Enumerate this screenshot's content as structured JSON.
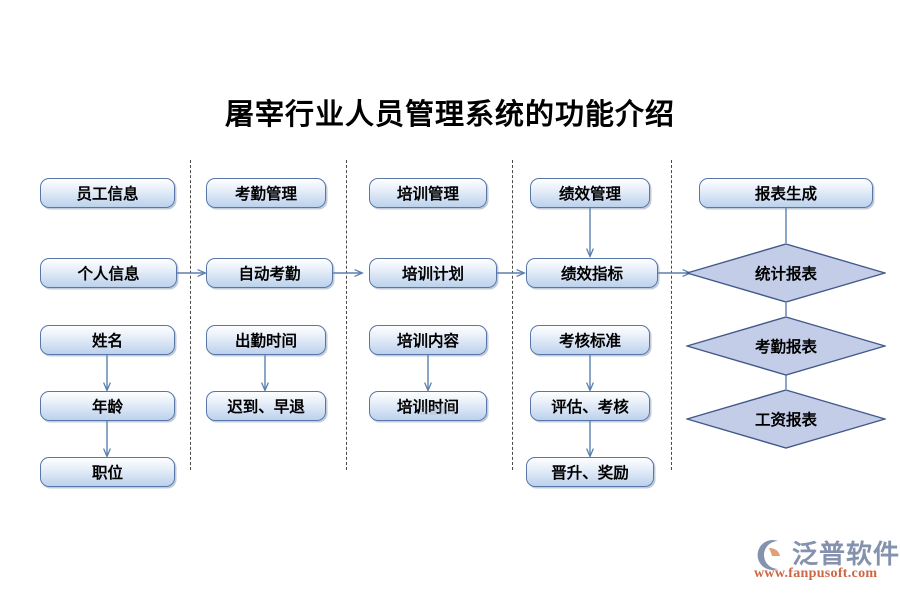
{
  "title": "屠宰行业人员管理系统的功能介绍",
  "columns": [
    {
      "id": "employee-info",
      "header": "员工信息",
      "nodes": [
        "个人信息",
        "姓名",
        "年龄",
        "职位"
      ]
    },
    {
      "id": "attendance",
      "header": "考勤管理",
      "nodes": [
        "自动考勤",
        "出勤时间",
        "迟到、早退"
      ]
    },
    {
      "id": "training",
      "header": "培训管理",
      "nodes": [
        "培训计划",
        "培训内容",
        "培训时间"
      ]
    },
    {
      "id": "performance",
      "header": "绩效管理",
      "nodes": [
        "绩效指标",
        "考核标准",
        "评估、考核",
        "晋升、奖励"
      ]
    },
    {
      "id": "report",
      "header": "报表生成",
      "nodes": [
        "统计报表",
        "考勤报表",
        "工资报表"
      ]
    }
  ],
  "nodes": {
    "c1_h": "员工信息",
    "c1_n1": "个人信息",
    "c1_n2": "姓名",
    "c1_n3": "年龄",
    "c1_n4": "职位",
    "c2_h": "考勤管理",
    "c2_n1": "自动考勤",
    "c2_n2": "出勤时间",
    "c2_n3": "迟到、早退",
    "c3_h": "培训管理",
    "c3_n1": "培训计划",
    "c3_n2": "培训内容",
    "c3_n3": "培训时间",
    "c4_h": "绩效管理",
    "c4_n1": "绩效指标",
    "c4_n2": "考核标准",
    "c4_n3": "评估、考核",
    "c4_n4": "晋升、奖励",
    "c5_h": "报表生成",
    "c5_n1": "统计报表",
    "c5_n2": "考勤报表",
    "c5_n3": "工资报表"
  },
  "logo": {
    "brand": "泛普软件",
    "url": "www.fanpusoft.com"
  },
  "watermark": {
    "text": "泛普软件"
  },
  "colors": {
    "box_border": "#5877a8",
    "box_fill_top": "#fdfeff",
    "box_fill_bottom": "#bcd2ec",
    "diamond_border": "#41598a",
    "diamond_fill": "#c3cde8",
    "connector": "#5b7fb0",
    "divider": "#4a4a4a",
    "title": "#000000",
    "logo_brand": "#8492ad",
    "logo_url": "#cc6644"
  }
}
